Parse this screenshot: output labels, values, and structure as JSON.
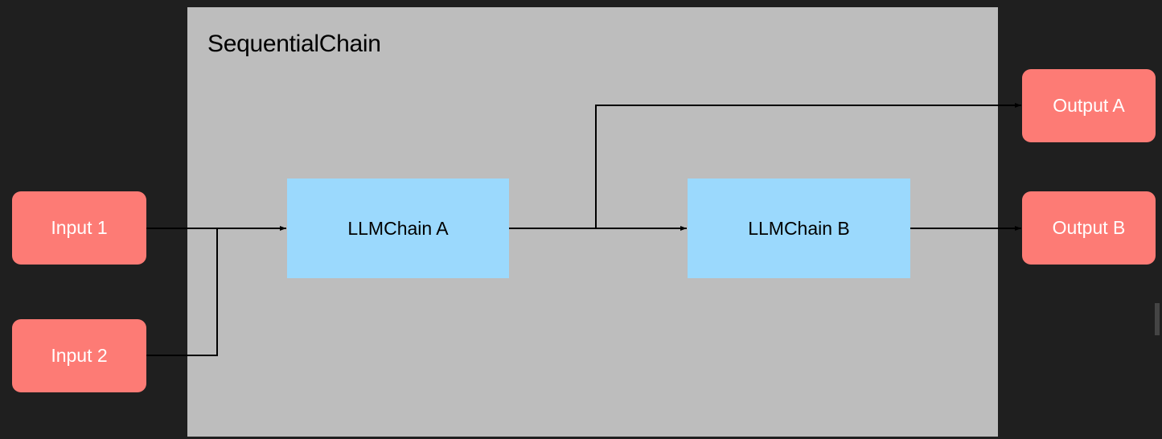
{
  "diagram": {
    "container": {
      "title": "SequentialChain"
    },
    "inputs": [
      {
        "label": "Input 1"
      },
      {
        "label": "Input 2"
      }
    ],
    "chains": [
      {
        "label": "LLMChain A"
      },
      {
        "label": "LLMChain B"
      }
    ],
    "outputs": [
      {
        "label": "Output A"
      },
      {
        "label": "Output B"
      }
    ],
    "edges": [
      {
        "from": "Input 1",
        "to": "LLMChain A"
      },
      {
        "from": "Input 2",
        "to": "LLMChain A"
      },
      {
        "from": "LLMChain A",
        "to": "LLMChain B"
      },
      {
        "from": "LLMChain A",
        "to": "Output A"
      },
      {
        "from": "LLMChain B",
        "to": "Output B"
      }
    ]
  },
  "colors": {
    "background": "#1f1f1f",
    "container": "#bdbdbd",
    "io_node": "#fd7b75",
    "chain_node": "#9bd9fd",
    "edge": "#000000"
  }
}
